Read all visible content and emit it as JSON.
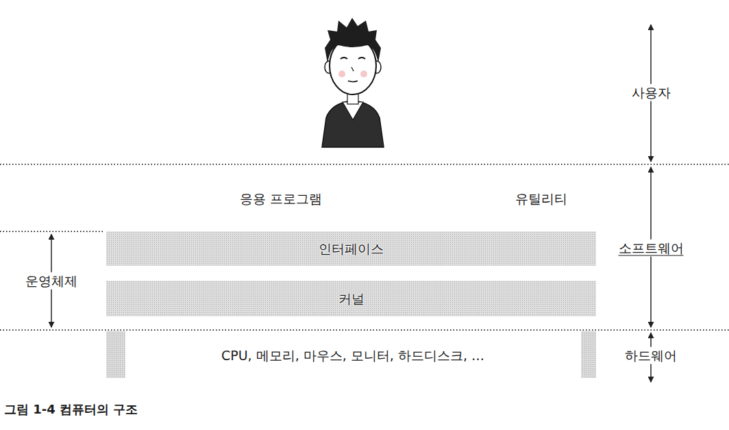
{
  "diagram": {
    "caption": "그림 1-4 컴퓨터의 구조",
    "nodes": [
      {
        "text": [
          "인터페이스"
        ]
      },
      {
        "text": [
          "커널"
        ]
      }
    ],
    "labels": [
      "사용자",
      "응용 프로그램",
      "유틸리티",
      "소프트웨어",
      "운영체제",
      "CPU, 메모리, 마우스, 모니터, 하드디스크, …",
      "하드웨어"
    ]
  }
}
